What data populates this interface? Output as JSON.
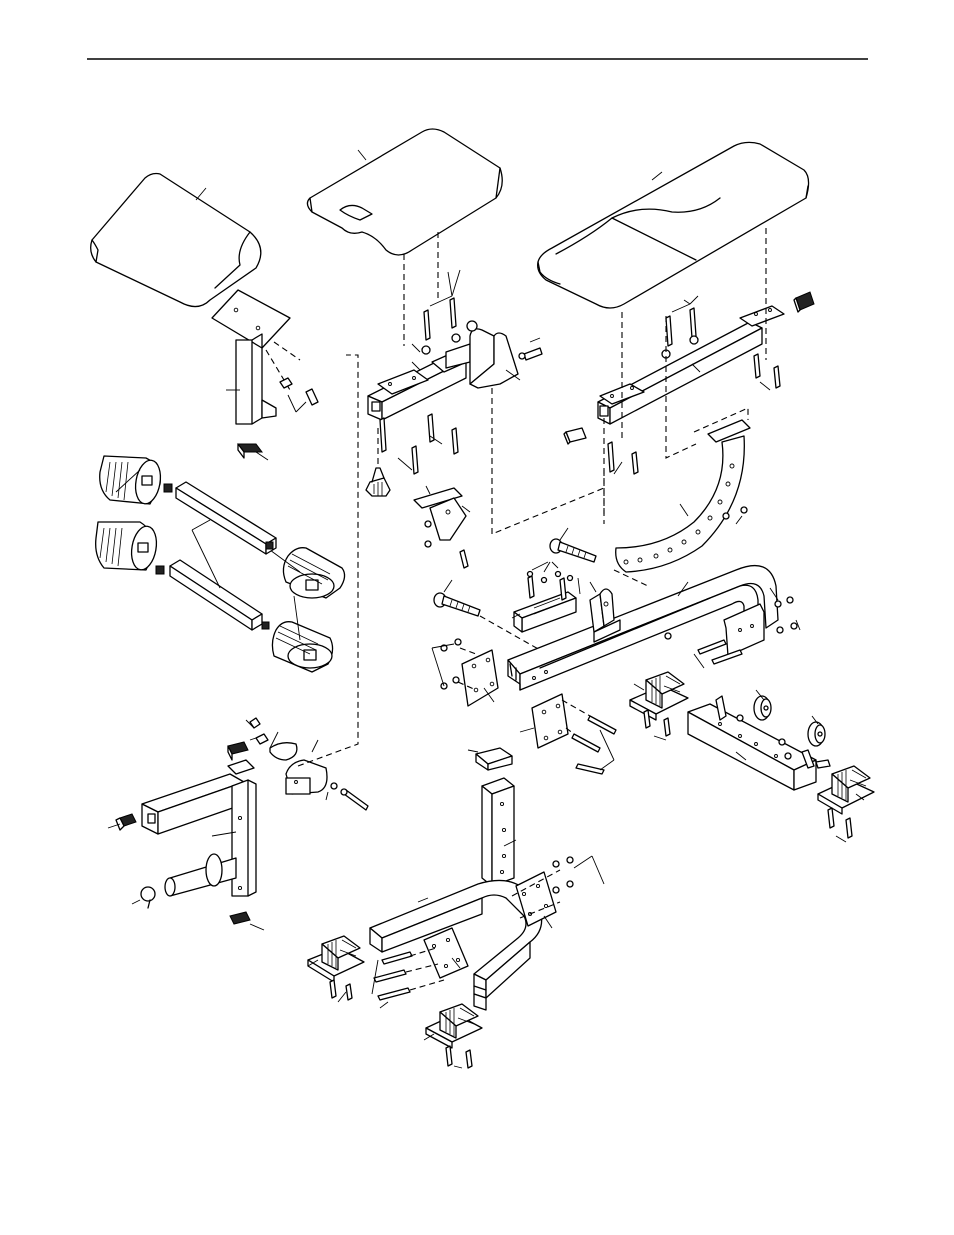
{
  "page": {
    "title": "",
    "part_labels": []
  },
  "colors": {
    "ink": "#000000",
    "paper": "#ffffff"
  },
  "components": [
    "arm-curl-pad",
    "short-seat-pad",
    "long-seat-pad",
    "seat-frame",
    "seat-bracket",
    "arc-bracket",
    "main-frame",
    "rear-stabilizer",
    "front-stabilizer",
    "foam-roller",
    "roller-tube",
    "leg-lever",
    "upright",
    "weight-carriage"
  ]
}
